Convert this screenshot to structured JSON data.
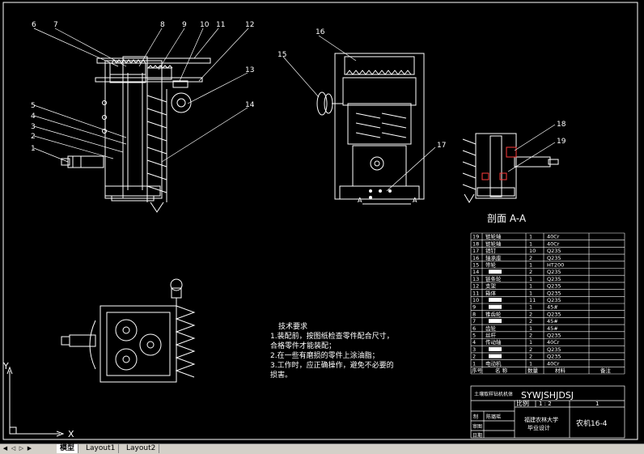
{
  "drawing": {
    "callouts_front": [
      "6",
      "7",
      "8",
      "9",
      "10",
      "11",
      "12",
      "13",
      "14",
      "5",
      "4",
      "3",
      "2",
      "1"
    ],
    "callouts_side": [
      "16",
      "15",
      "17"
    ],
    "callouts_section": [
      "18",
      "19"
    ],
    "section_title": "剖面 A-A",
    "section_marks": [
      "A",
      "A"
    ],
    "notes": {
      "title": "技术要求",
      "lines": [
        "1.装配前，按图纸检查零件配合尺寸，",
        "合格零件才能装配；",
        "2.在一些有磨损的零件上涂油脂；",
        "3.工作时，应正确操作，避免不必要的",
        "损害。"
      ]
    }
  },
  "bom": {
    "rows": [
      {
        "no": "19",
        "name": "链轮轴",
        "qty": "1",
        "material": "40Cr"
      },
      {
        "no": "18",
        "name": "链轮轴",
        "qty": "1",
        "material": "40Cr"
      },
      {
        "no": "17",
        "name": "销钉",
        "qty": "10",
        "material": "Q235"
      },
      {
        "no": "16",
        "name": "轴承座",
        "qty": "2",
        "material": "Q235"
      },
      {
        "no": "15",
        "name": "带轮",
        "qty": "1",
        "material": "HT200"
      },
      {
        "no": "14",
        "name": "",
        "qty": "2",
        "material": "Q235"
      },
      {
        "no": "13",
        "name": "链条轮",
        "qty": "1",
        "material": "Q235"
      },
      {
        "no": "12",
        "name": "支架",
        "qty": "1",
        "material": "Q235"
      },
      {
        "no": "11",
        "name": "箱体",
        "qty": "1",
        "material": "Q235"
      },
      {
        "no": "10",
        "name": "",
        "qty": "11",
        "material": "Q235"
      },
      {
        "no": "9",
        "name": "",
        "qty": "1",
        "material": "45#"
      },
      {
        "no": "8",
        "name": "锥齿轮",
        "qty": "2",
        "material": "Q235"
      },
      {
        "no": "7",
        "name": "",
        "qty": "2",
        "material": "45#"
      },
      {
        "no": "6",
        "name": "齿轮",
        "qty": "1",
        "material": "45#"
      },
      {
        "no": "5",
        "name": "丝杆",
        "qty": "2",
        "material": "Q235"
      },
      {
        "no": "4",
        "name": "传动轴",
        "qty": "1",
        "material": "40Cr"
      },
      {
        "no": "3",
        "name": "",
        "qty": "2",
        "material": "Q235"
      },
      {
        "no": "2",
        "name": "",
        "qty": "2",
        "material": "Q235"
      },
      {
        "no": "1",
        "name": "电动机",
        "qty": "1",
        "material": "40Cr"
      }
    ],
    "header": {
      "no": "序号",
      "name": "名 称",
      "qty": "数量",
      "material": "材料",
      "note": "备注"
    }
  },
  "title_block": {
    "project_note": "土壤取样钻机机体",
    "code": "SYWJSHJDSJ",
    "scale_label": "比例",
    "scale_value": "1 : 2",
    "sheet": "1",
    "drawn_label": "制",
    "drawn_name": "陈璐瑶",
    "check_label": "审图",
    "date_label": "日期",
    "school": "福建农林大学",
    "school_sub": "毕业设计",
    "drawing_name": "农机16-4"
  },
  "ucs": {
    "x": "X",
    "y": "Y"
  },
  "tabs": {
    "model": "模型",
    "layout1": "Layout1",
    "layout2": "Layout2"
  },
  "colors": {
    "background": "#000000",
    "lines": "#ffffff",
    "accent": "#ff3b3b"
  }
}
